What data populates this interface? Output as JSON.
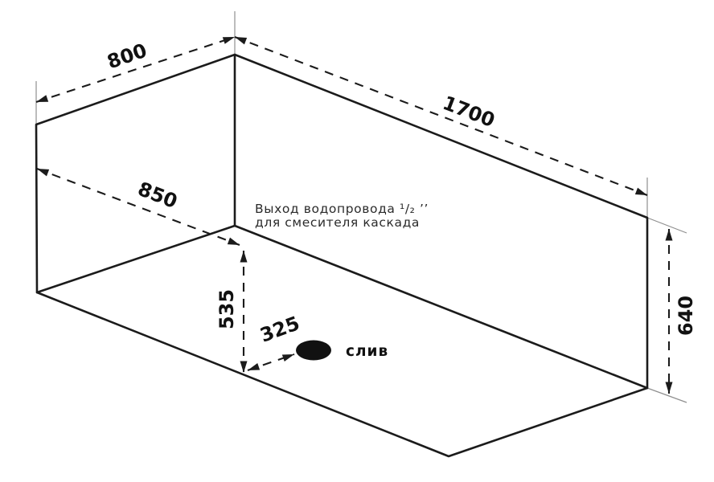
{
  "diagram": {
    "dimension_labels": {
      "top_width": "800",
      "top_length": "1700",
      "side_diagonal": "850",
      "drain_offset_long": "535",
      "drain_offset_short": "325",
      "right_height": "640"
    },
    "annotation": {
      "outlet_line1": "Выход водопровода ¹/₂ ’’",
      "outlet_line2": "для смесителя каскада"
    },
    "drain": {
      "label": "слив"
    },
    "colors": {
      "line": "#1b1b1b",
      "extension_line": "#8f8f8f",
      "text": "#111111",
      "background": "#ffffff"
    }
  }
}
